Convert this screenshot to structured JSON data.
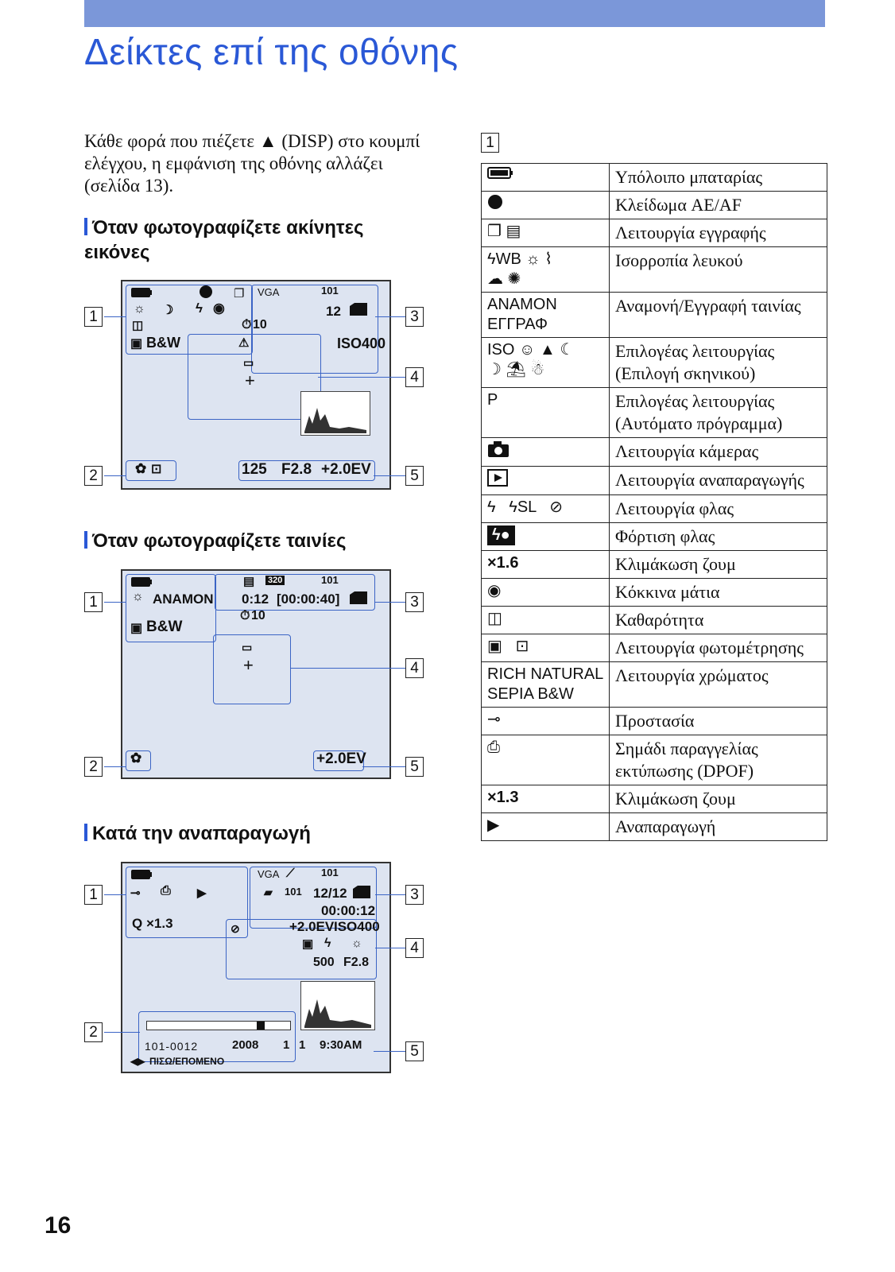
{
  "page": {
    "title": "Δείκτες επί της οθόνης",
    "intro": "Κάθε φορά που πιέζετε ▲ (DISP) στο κουμπί ελέγχου, η εμφάνιση της οθόνης αλλάζει (σελίδα 13).",
    "page_number": "16"
  },
  "sections": {
    "stills": "Όταν φωτογραφίζετε ακίνητες εικόνες",
    "movies": "Όταν φωτογραφίζετε ταινίες",
    "playback": "Κατά την αναπαραγωγή"
  },
  "callouts": [
    "1",
    "2",
    "3",
    "4",
    "5"
  ],
  "lcd_stills": {
    "vga": "VGA",
    "folder": "101",
    "count": "12",
    "bw": "B&W",
    "iso": "ISO400",
    "self_timer": "10",
    "shutter": "125",
    "aperture": "F2.8",
    "ev": "+2.0EV"
  },
  "lcd_movies": {
    "size": "320",
    "folder": "101",
    "standby": "ΑΝΑΜΟΝ",
    "time": "0:12",
    "remaining": "[00:00:40]",
    "self_timer": "10",
    "bw": "B&W",
    "ev": "+2.0EV"
  },
  "lcd_playback": {
    "vga": "VGA",
    "folder": "101",
    "count": "12/12",
    "elapsed": "00:00:12",
    "zoom": "×1.3",
    "ev": "+2.0EV",
    "iso": "ISO400",
    "shutter": "500",
    "aperture": "F2.8",
    "file": "101-0012",
    "year": "2008",
    "month": "1",
    "day": "1",
    "clock": "9:30AM",
    "nav": "ΠΙΣΩ/ΕΠΟΜΕΝΟ"
  },
  "table_label": "1",
  "indicators": [
    {
      "icon": "battery-icon",
      "label": "Υπόλοιπο μπαταρίας"
    },
    {
      "icon": "ae-af-lock-icon",
      "label": "Κλείδωμα AE/AF"
    },
    {
      "icon": "record-mode-icons",
      "label": "Λειτουργία εγγραφής"
    },
    {
      "icon": "white-balance-icons",
      "label": "Ισορροπία λευκού"
    },
    {
      "icon_text": "ΑΝΑΜΟΝ ΕΓΓΡΑΦ",
      "label": "Αναμονή/Εγγραφή ταινίας"
    },
    {
      "icon": "scene-mode-icons",
      "label": "Επιλογέας λειτουργίας (Επιλογή σκηνικού)"
    },
    {
      "icon_text": "P",
      "label": "Επιλογέας λειτουργίας (Αυτόματο πρόγραμμα)"
    },
    {
      "icon": "camera-mode-icon",
      "label": "Λειτουργία κάμερας"
    },
    {
      "icon": "playback-mode-icon",
      "label": "Λειτουργία αναπαραγωγής"
    },
    {
      "icon": "flash-mode-icons",
      "label": "Λειτουργία φλας"
    },
    {
      "icon": "flash-charge-icon",
      "label": "Φόρτιση φλας"
    },
    {
      "icon_text": "×1.6",
      "label": "Κλιμάκωση ζουμ"
    },
    {
      "icon": "red-eye-icon",
      "label": "Κόκκινα μάτια"
    },
    {
      "icon": "sharpness-icon",
      "label": "Καθαρότητα"
    },
    {
      "icon": "metering-icons",
      "label": "Λειτουργία φωτομέτρησης"
    },
    {
      "icon_text": "RICH NATURAL SEPIA B&W",
      "label": "Λειτουργία χρώματος"
    },
    {
      "icon": "protect-icon",
      "label": "Προστασία"
    },
    {
      "icon": "dpof-icon",
      "label": "Σημάδι παραγγελίας εκτύπωσης (DPOF)"
    },
    {
      "icon_text": "×1.3",
      "label": "Κλιμάκωση ζουμ"
    },
    {
      "icon": "play-icon",
      "label": "Αναπαραγωγή"
    }
  ],
  "colors": {
    "accent": "#2a58d6",
    "bar": "#7b97d9",
    "lcd_bg": "#dde4f1",
    "lead": "#3b64c5"
  }
}
